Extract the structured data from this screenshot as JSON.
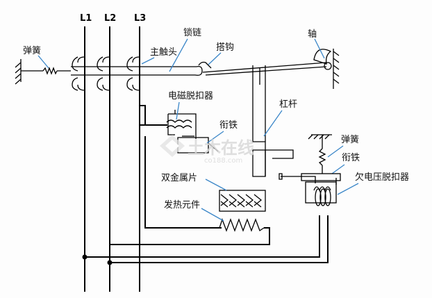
{
  "phases": [
    "L1",
    "L2",
    "L3"
  ],
  "labels": {
    "spring_left": "弹簧",
    "main_contact": "主触头",
    "lock_chain": "锁链",
    "hook": "搭钩",
    "shaft": "轴",
    "em_release": "电磁脱扣器",
    "armature_left": "衔铁",
    "lever": "杠杆",
    "spring_right": "弹簧",
    "armature_right": "衔铁",
    "undervoltage_release": "欠电压脱扣器",
    "bimetal": "双金属片",
    "heater": "发热元件"
  },
  "watermark": {
    "main": "土木在线",
    "sub": "co188.com"
  },
  "colors": {
    "line": "#000000",
    "pointer": "#3a86c8",
    "watermark": "#d9d9d9"
  }
}
